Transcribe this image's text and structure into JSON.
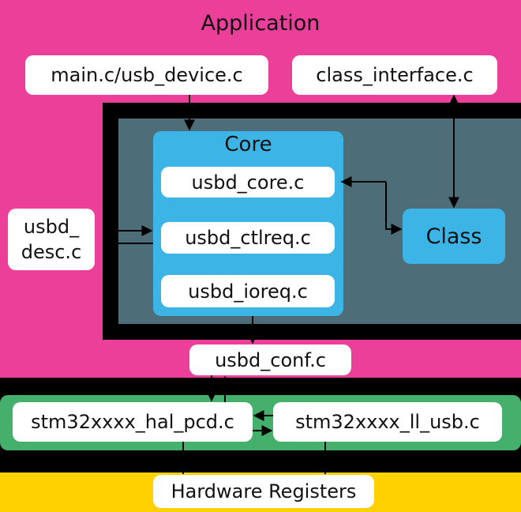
{
  "application": {
    "title": "Application"
  },
  "files": {
    "main": "main.c/usb_device.c",
    "class_interface": "class_interface.c",
    "desc_line1": "usbd_",
    "desc_line2": "desc.c",
    "usbd_conf": "usbd_conf.c",
    "hal_pcd": "stm32xxxx_hal_pcd.c",
    "ll_usb": "stm32xxxx_ll_usb.c"
  },
  "core": {
    "title": "Core",
    "files": [
      "usbd_core.c",
      "usbd_ctlreq.c",
      "usbd_ioreq.c"
    ]
  },
  "class_block": {
    "label": "Class"
  },
  "hardware": {
    "label": "Hardware Registers"
  },
  "colors": {
    "application": "#ec3f9a",
    "core_frame": "#000000",
    "core_inner": "#4d6d78",
    "core_blue": "#3cb4e6",
    "hal_green": "#44b06b",
    "hardware_yellow": "#ffd100"
  }
}
